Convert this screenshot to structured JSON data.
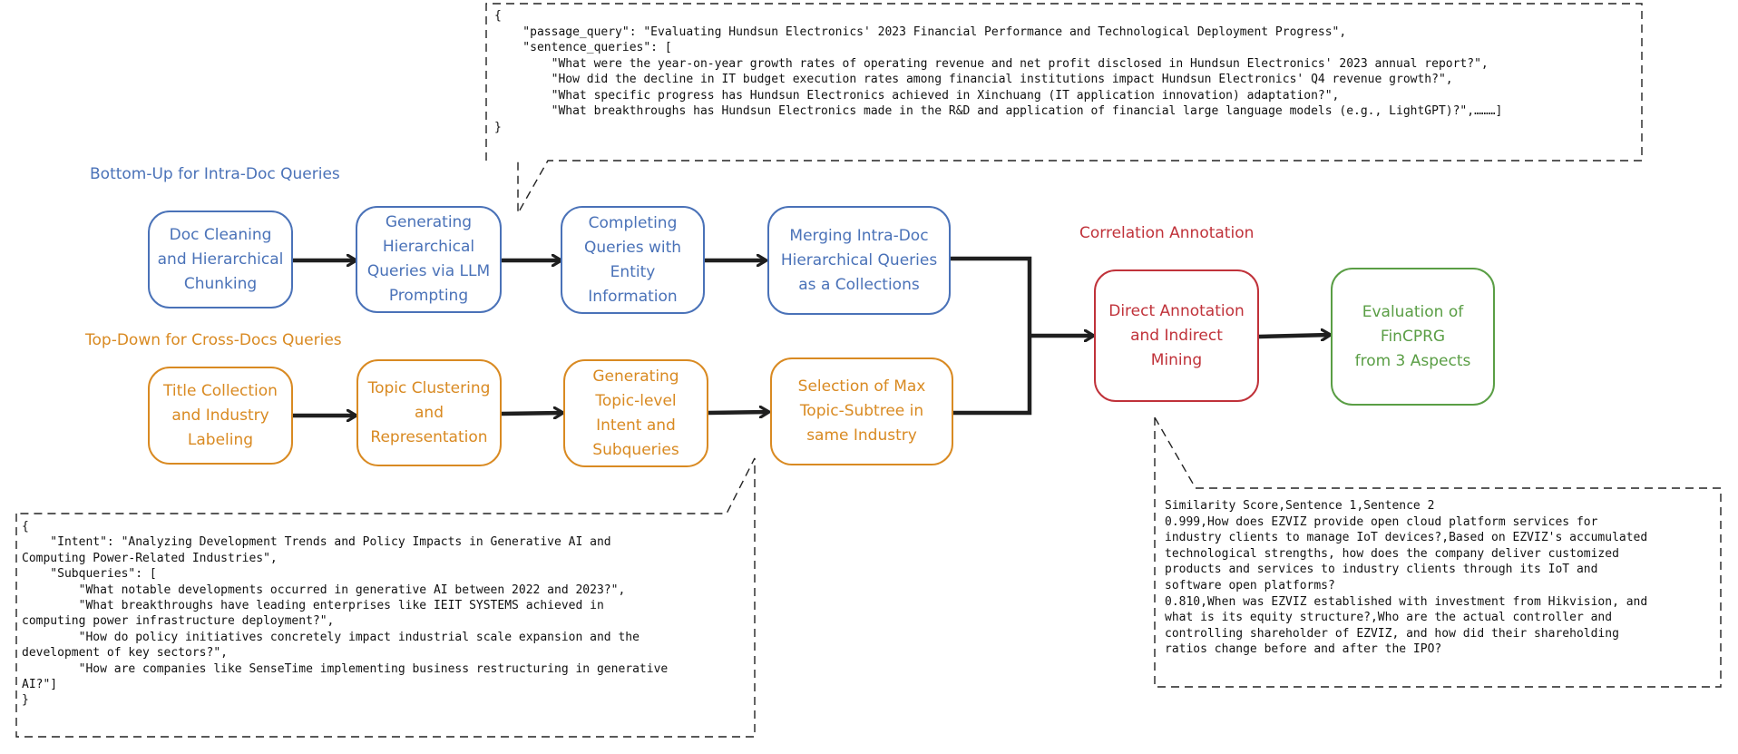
{
  "sections": {
    "bottom_up": "Bottom-Up for Intra-Doc Queries",
    "top_down": "Top-Down for Cross-Docs Queries",
    "correlation": "Correlation Annotation"
  },
  "colors": {
    "blue": "#4a72b8",
    "orange": "#d98a22",
    "red": "#c0323a",
    "green": "#5a9e45",
    "arrow": "#1f1f1f"
  },
  "nodes": {
    "doc_cleaning": [
      "Doc Cleaning",
      "and Hierarchical",
      "Chunking"
    ],
    "generating_hierarchical": [
      "Generating",
      "Hierarchical",
      "Queries via LLM",
      "Prompting"
    ],
    "completing_queries": [
      "Completing",
      "Queries with",
      "Entity",
      "Information"
    ],
    "merging_intra_doc": [
      "Merging Intra-Doc",
      "Hierarchical Queries",
      "as a Collections"
    ],
    "title_collection": [
      "Title Collection",
      "and Industry",
      "Labeling"
    ],
    "topic_clustering": [
      "Topic Clustering",
      "and",
      "Representation"
    ],
    "generating_topic_level": [
      "Generating",
      "Topic-level",
      "Intent and",
      "Subqueries"
    ],
    "selection_max_subtree": [
      "Selection of Max",
      "Topic-Subtree in",
      "same Industry"
    ],
    "direct_annotation": [
      "Direct Annotation",
      "and Indirect",
      "Mining"
    ],
    "evaluation": [
      "Evaluation of",
      "FinCPRG",
      "from 3 Aspects"
    ]
  },
  "callouts": {
    "intra_doc_example": [
      "{",
      "    \"passage_query\": \"Evaluating Hundsun Electronics' 2023 Financial Performance and Technological Deployment Progress\",",
      "    \"sentence_queries\": [",
      "        \"What were the year-on-year growth rates of operating revenue and net profit disclosed in Hundsun Electronics' 2023 annual report?\",",
      "        \"How did the decline in IT budget execution rates among financial institutions impact Hundsun Electronics' Q4 revenue growth?\",",
      "        \"What specific progress has Hundsun Electronics achieved in Xinchuang (IT application innovation) adaptation?\",",
      "        \"What breakthroughs has Hundsun Electronics made in the R&D and application of financial large language models (e.g., LightGPT)?\",………]",
      "}"
    ],
    "cross_doc_example": [
      "{",
      "    \"Intent\": \"Analyzing Development Trends and Policy Impacts in Generative AI and",
      "Computing Power-Related Industries\",",
      "    \"Subqueries\": [",
      "        \"What notable developments occurred in generative AI between 2022 and 2023?\",",
      "        \"What breakthroughs have leading enterprises like IEIT SYSTEMS achieved in",
      "computing power infrastructure deployment?\",",
      "        \"How do policy initiatives concretely impact industrial scale expansion and the",
      "development of key sectors?\",",
      "        \"How are companies like SenseTime implementing business restructuring in generative",
      "AI?\"]",
      "}"
    ],
    "correlation_example": [
      "Similarity Score,Sentence 1,Sentence 2",
      "0.999,How does EZVIZ provide open cloud platform services for",
      "industry clients to manage IoT devices?,Based on EZVIZ's accumulated",
      "technological strengths, how does the company deliver customized",
      "products and services to industry clients through its IoT and",
      "software open platforms?",
      "0.810,When was EZVIZ established with investment from Hikvision, and",
      "what is its equity structure?,Who are the actual controller and",
      "controlling shareholder of EZVIZ, and how did their shareholding",
      "ratios change before and after the IPO?"
    ]
  }
}
